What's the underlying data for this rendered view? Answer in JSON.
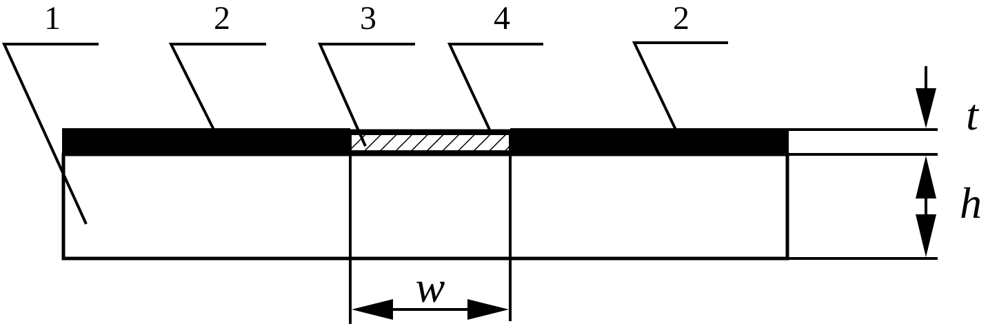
{
  "labels": {
    "part_1": "1",
    "part_2_left": "2",
    "part_3": "3",
    "part_4": "4",
    "part_2_right": "2"
  },
  "dimensions": {
    "thickness": "t",
    "height": "h",
    "width": "w"
  },
  "colors": {
    "stroke": "#000000",
    "fill_black": "#000000",
    "background": "#ffffff"
  }
}
